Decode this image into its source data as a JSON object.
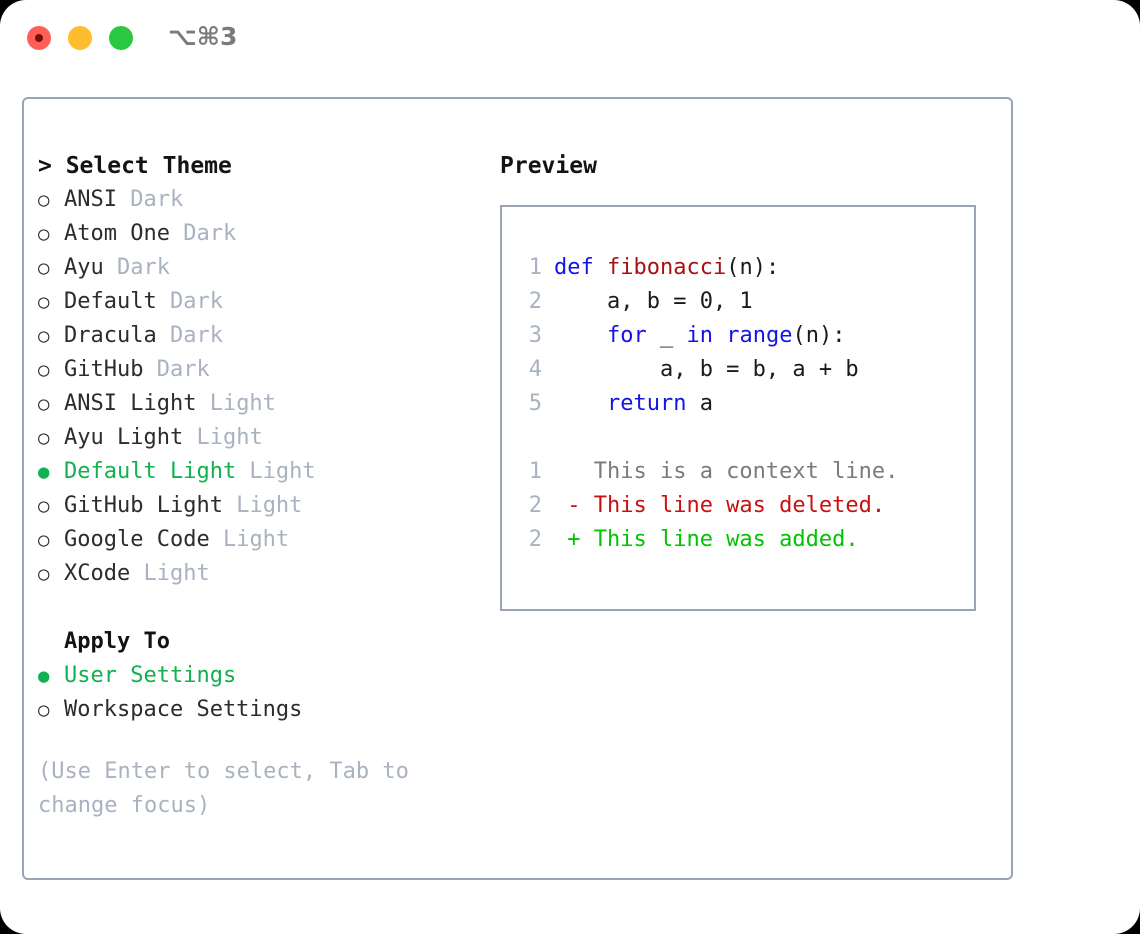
{
  "titlebar": {
    "shortcut": "⌥⌘3",
    "lights": [
      {
        "name": "close",
        "color": "#ff5f57"
      },
      {
        "name": "minimize",
        "color": "#febc2e"
      },
      {
        "name": "maximize",
        "color": "#28c840"
      }
    ]
  },
  "colors": {
    "selected_green": "#10b14e",
    "added_green": "#00c400",
    "deleted_red": "#c81111",
    "keyword_blue": "#1414e6",
    "function_red": "#a81111",
    "muted_gray": "#a9b2c0",
    "border_slate": "#9aa5b4",
    "text": "#2c2c2c"
  },
  "markers": {
    "selected": "●",
    "unselected": "○",
    "cursor": ">"
  },
  "theme_section": {
    "header": "> Select Theme",
    "header_label": "Select Theme",
    "items": [
      {
        "name": "ANSI",
        "suffix": "Dark",
        "selected": false
      },
      {
        "name": "Atom One",
        "suffix": "Dark",
        "selected": false
      },
      {
        "name": "Ayu",
        "suffix": "Dark",
        "selected": false
      },
      {
        "name": "Default",
        "suffix": "Dark",
        "selected": false
      },
      {
        "name": "Dracula",
        "suffix": "Dark",
        "selected": false
      },
      {
        "name": "GitHub",
        "suffix": "Dark",
        "selected": false
      },
      {
        "name": "ANSI Light",
        "suffix": "Light",
        "selected": false
      },
      {
        "name": "Ayu Light",
        "suffix": "Light",
        "selected": false
      },
      {
        "name": "Default Light",
        "suffix": "Light",
        "selected": true
      },
      {
        "name": "GitHub Light",
        "suffix": "Light",
        "selected": false
      },
      {
        "name": "Google Code",
        "suffix": "Light",
        "selected": false
      },
      {
        "name": "XCode",
        "suffix": "Light",
        "selected": false
      }
    ]
  },
  "apply_section": {
    "header": "Apply To",
    "items": [
      {
        "name": "User Settings",
        "selected": true
      },
      {
        "name": "Workspace Settings",
        "selected": false
      }
    ]
  },
  "hint": "(Use Enter to select, Tab to change focus)",
  "preview": {
    "title": "Preview",
    "code_lines": [
      {
        "lineno": "1",
        "segments": [
          {
            "text": "def ",
            "style": "kw"
          },
          {
            "text": "fibonacci",
            "style": "fn"
          },
          {
            "text": "(n):",
            "style": "pl"
          }
        ]
      },
      {
        "lineno": "2",
        "segments": [
          {
            "text": "    a, b = 0, 1",
            "style": "pl"
          }
        ]
      },
      {
        "lineno": "3",
        "segments": [
          {
            "text": "    ",
            "style": "pl"
          },
          {
            "text": "for",
            "style": "kw"
          },
          {
            "text": " _ ",
            "style": "pl"
          },
          {
            "text": "in",
            "style": "kw"
          },
          {
            "text": " ",
            "style": "pl"
          },
          {
            "text": "range",
            "style": "kw"
          },
          {
            "text": "(n):",
            "style": "pl"
          }
        ]
      },
      {
        "lineno": "4",
        "segments": [
          {
            "text": "        a, b = b, a + b",
            "style": "pl"
          }
        ]
      },
      {
        "lineno": "5",
        "segments": [
          {
            "text": "    ",
            "style": "pl"
          },
          {
            "text": "return",
            "style": "kw"
          },
          {
            "text": " a",
            "style": "pl"
          }
        ]
      }
    ],
    "diff_lines": [
      {
        "lineno": "1",
        "segments": [
          {
            "text": "   This is a context line.",
            "style": "ctx"
          }
        ]
      },
      {
        "lineno": "2",
        "segments": [
          {
            "text": " - This line was deleted.",
            "style": "del"
          }
        ]
      },
      {
        "lineno": "2",
        "segments": [
          {
            "text": " + This line was added.",
            "style": "add"
          }
        ]
      }
    ]
  }
}
